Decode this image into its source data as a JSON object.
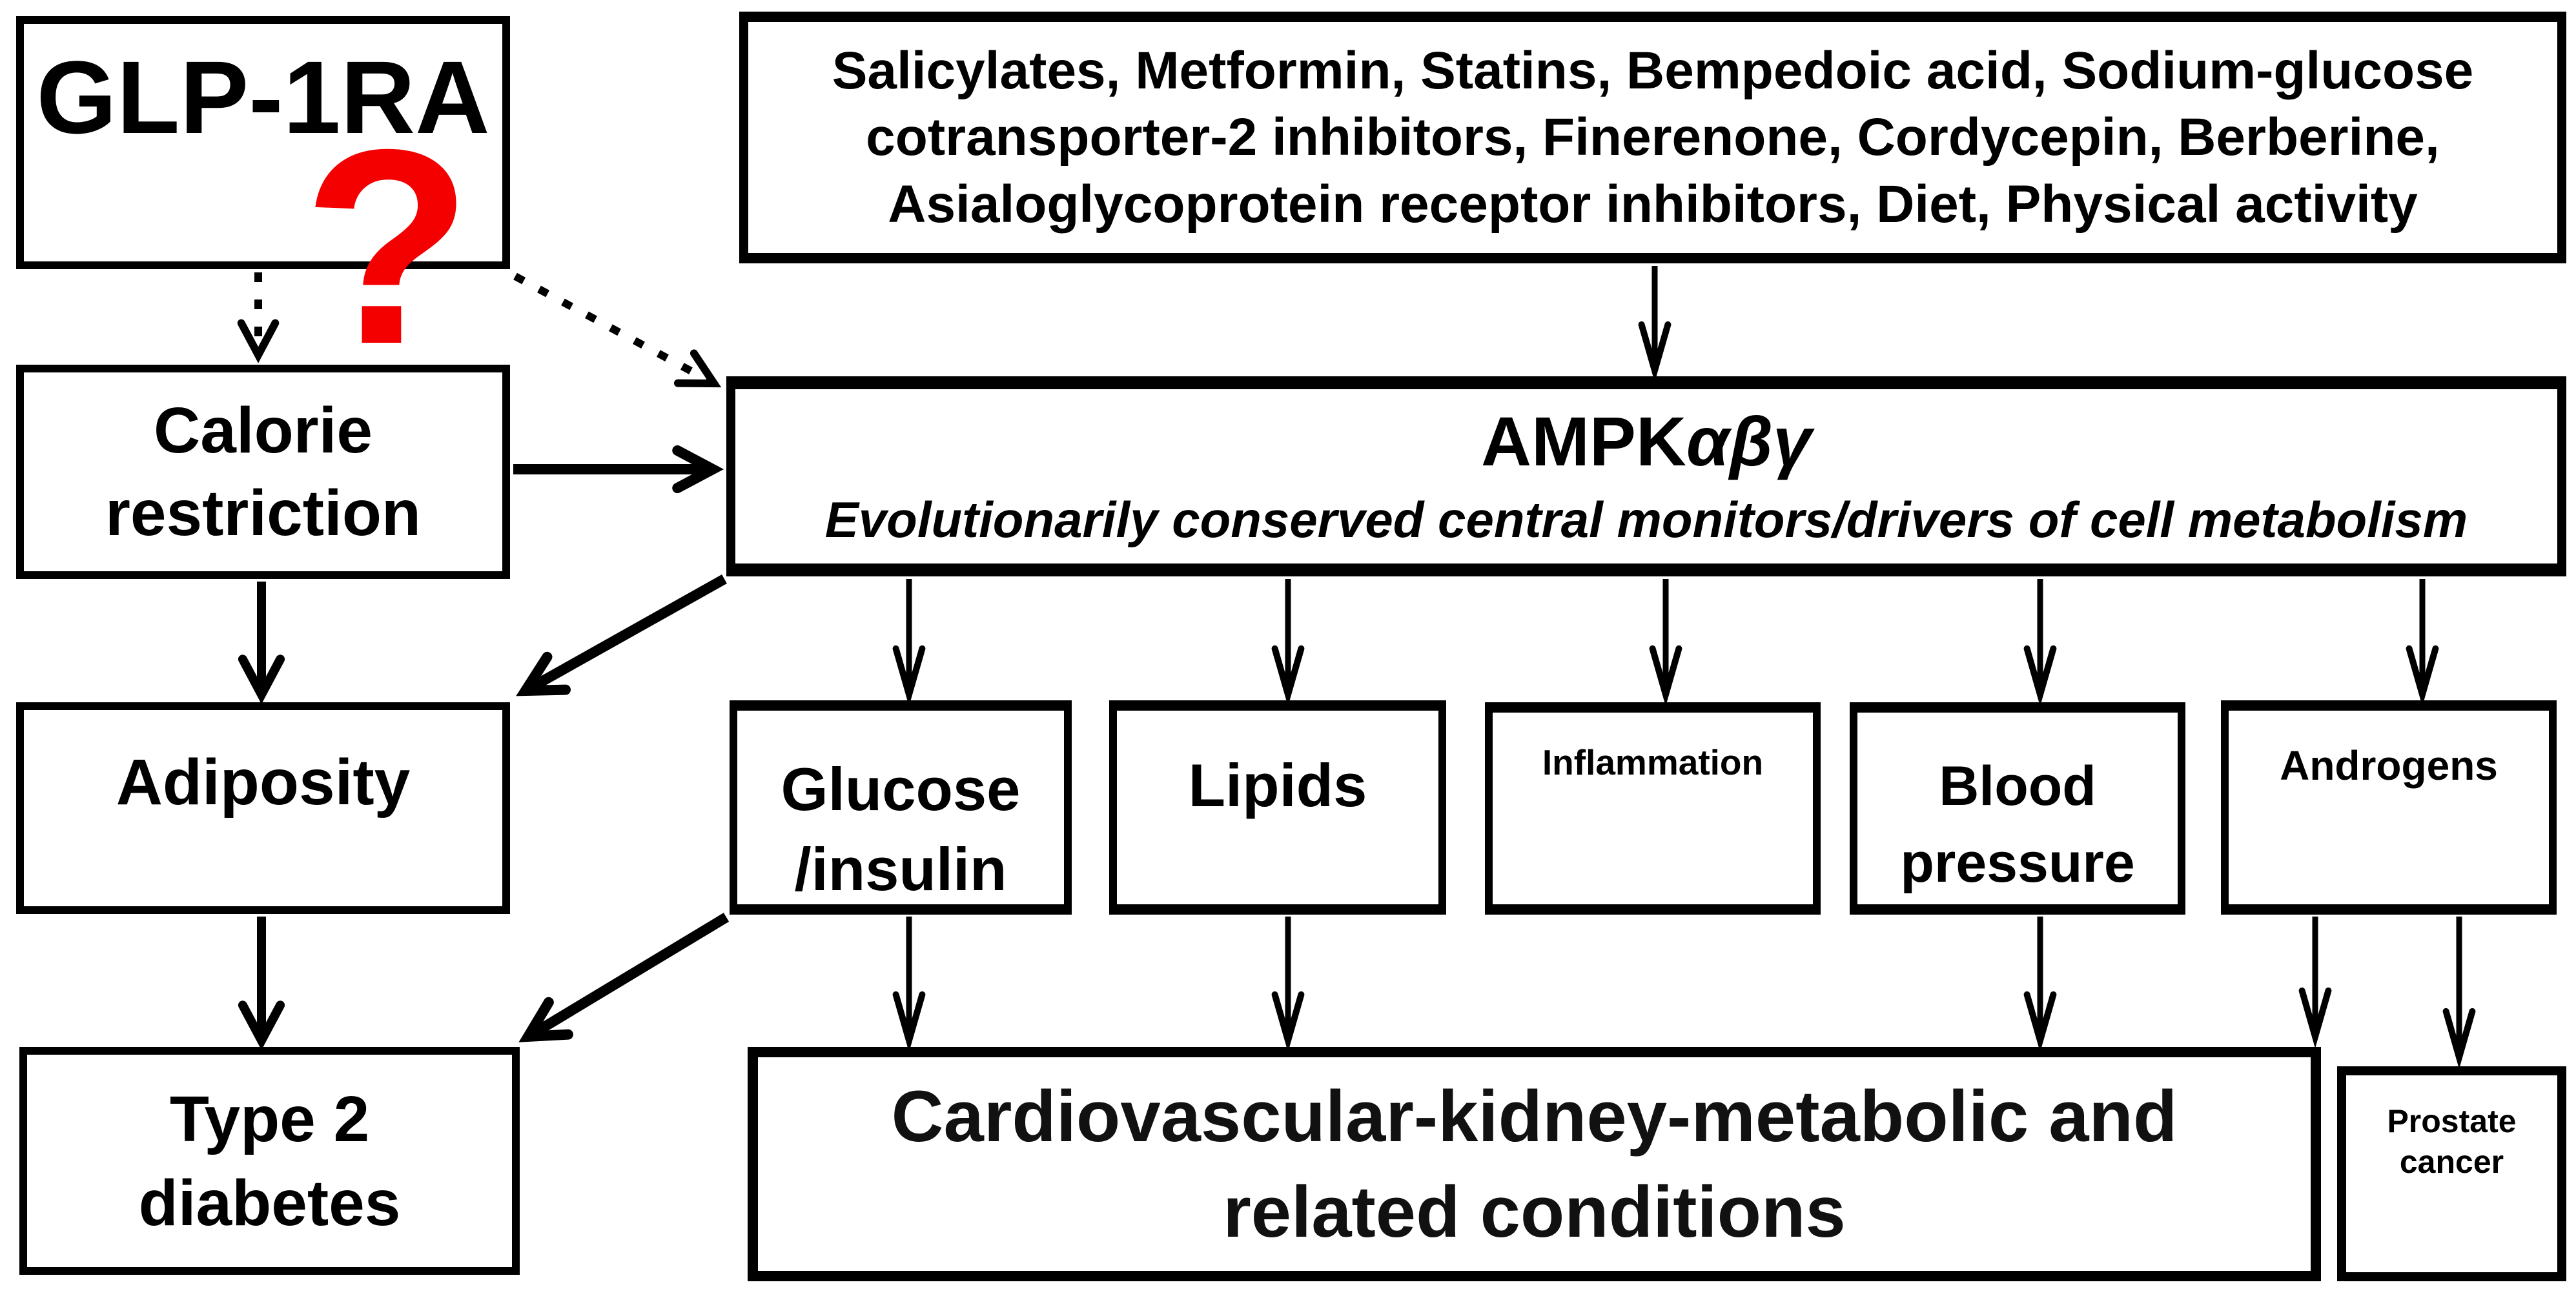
{
  "colors": {
    "ink": "#000000",
    "question_mark": "#f50000",
    "ckm_text": "#111111",
    "background": "#ffffff"
  },
  "nodes": {
    "glp1ra": {
      "label": "GLP-1RA"
    },
    "question_mark": {
      "label": "?"
    },
    "drugs": {
      "label": "Salicylates, Metformin, Statins, Bempedoic acid, Sodium-glucose\ncotransporter-2 inhibitors, Finerenone, Cordycepin, Berberine,\nAsialoglycoprotein receptor inhibitors, Diet, Physical activity"
    },
    "calorie_restriction": {
      "label": "Calorie\nrestriction"
    },
    "ampk": {
      "title_base": "AMPK",
      "title_greek": "αβγ",
      "subtitle": "Evolutionarily conserved central monitors/drivers of cell metabolism"
    },
    "adiposity": {
      "label": "Adiposity"
    },
    "glucose_insulin": {
      "label": "Glucose\n/insulin"
    },
    "lipids": {
      "label": "Lipids"
    },
    "inflammation": {
      "label": "Inflammation"
    },
    "blood_pressure": {
      "label": "Blood\npressure"
    },
    "androgens": {
      "label": "Androgens"
    },
    "type2_diabetes": {
      "label": "Type 2\ndiabetes"
    },
    "ckm": {
      "label": "Cardiovascular-kidney-metabolic and\nrelated conditions"
    },
    "prostate_cancer": {
      "label": "Prostate\ncancer"
    }
  },
  "edges": [
    {
      "from": "glp1ra",
      "to": "calorie_restriction",
      "line": "dotted"
    },
    {
      "from": "glp1ra",
      "to": "ampk",
      "line": "dotted"
    },
    {
      "from": "drugs",
      "to": "ampk",
      "line": "solid"
    },
    {
      "from": "calorie_restriction",
      "to": "ampk",
      "line": "solid"
    },
    {
      "from": "calorie_restriction",
      "to": "adiposity",
      "line": "solid"
    },
    {
      "from": "ampk",
      "to": "adiposity",
      "line": "solid"
    },
    {
      "from": "ampk",
      "to": "glucose_insulin",
      "line": "solid"
    },
    {
      "from": "ampk",
      "to": "lipids",
      "line": "solid"
    },
    {
      "from": "ampk",
      "to": "inflammation",
      "line": "solid"
    },
    {
      "from": "ampk",
      "to": "blood_pressure",
      "line": "solid"
    },
    {
      "from": "ampk",
      "to": "androgens",
      "line": "solid"
    },
    {
      "from": "adiposity",
      "to": "type2_diabetes",
      "line": "solid"
    },
    {
      "from": "glucose_insulin",
      "to": "type2_diabetes",
      "line": "solid"
    },
    {
      "from": "glucose_insulin",
      "to": "ckm",
      "line": "solid"
    },
    {
      "from": "lipids",
      "to": "ckm",
      "line": "solid"
    },
    {
      "from": "blood_pressure",
      "to": "ckm",
      "line": "solid"
    },
    {
      "from": "androgens",
      "to": "ckm",
      "line": "solid"
    },
    {
      "from": "androgens",
      "to": "prostate_cancer",
      "line": "solid"
    }
  ]
}
